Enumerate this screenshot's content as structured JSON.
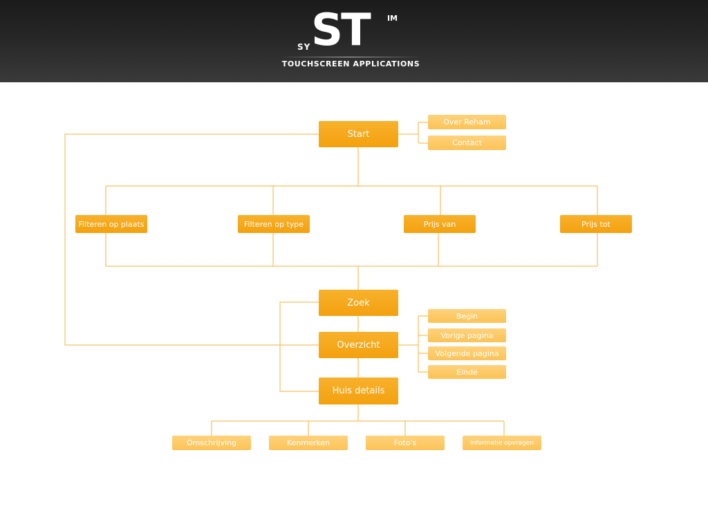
{
  "header": {
    "logo_sy": "SY",
    "logo_st": "ST",
    "logo_im": "IM",
    "tagline": "TOUCHSCREEN APPLICATIONS"
  },
  "colors": {
    "node_primary": "#f3a10e",
    "node_light": "#fbc356",
    "connector": "#f6b23a",
    "header_background": "#262626"
  },
  "nodes": {
    "start": "Start",
    "over_reham": "Over Reham",
    "contact": "Contact",
    "filteren_plaats": "Filteren op plaats",
    "filteren_type": "Filteren op type",
    "prijs_van": "Prijs van",
    "prijs_tot": "Prijs tot",
    "zoek": "Zoek",
    "overzicht": "Overzicht",
    "begin": "Begin",
    "vorige_pagina": "Vorige pagina",
    "volgende_pagina": "Volgende pagina",
    "einde": "Einde",
    "huis_details": "Huis details",
    "omschrijving": "Omschrijving",
    "kenmerken": "Kenmerken",
    "fotos": "Foto's",
    "informatie_opvragen": "Informatie opvragen"
  }
}
